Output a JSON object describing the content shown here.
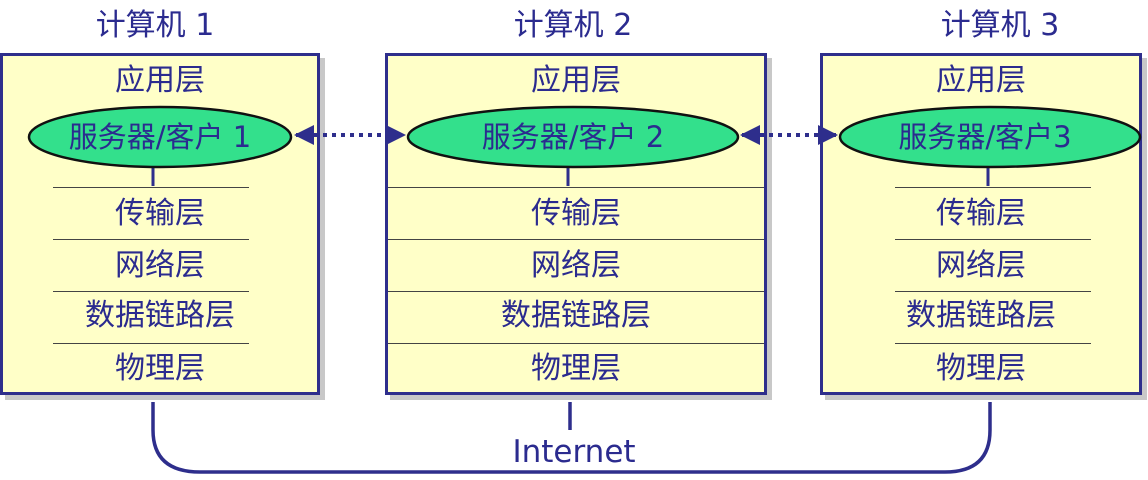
{
  "computers": [
    {
      "title": "计算机 1",
      "application": "应用层",
      "process": "服务器/客户 1",
      "transport": "传输层",
      "network": "网络层",
      "datalink": "数据链路层",
      "physical": "物理层"
    },
    {
      "title": "计算机 2",
      "application": "应用层",
      "process": "服务器/客户 2",
      "transport": "传输层",
      "network": "网络层",
      "datalink": "数据链路层",
      "physical": "物理层"
    },
    {
      "title": "计算机 3",
      "application": "应用层",
      "process": "服务器/客户3",
      "transport": "传输层",
      "network": "网络层",
      "datalink": "数据链路层",
      "physical": "物理层"
    }
  ],
  "network_label": "Internet",
  "colors": {
    "box_fill": "#ffffc8",
    "box_border": "#2e2e8c",
    "ellipse_fill": "#33e08c",
    "text": "#2b2b8f"
  }
}
